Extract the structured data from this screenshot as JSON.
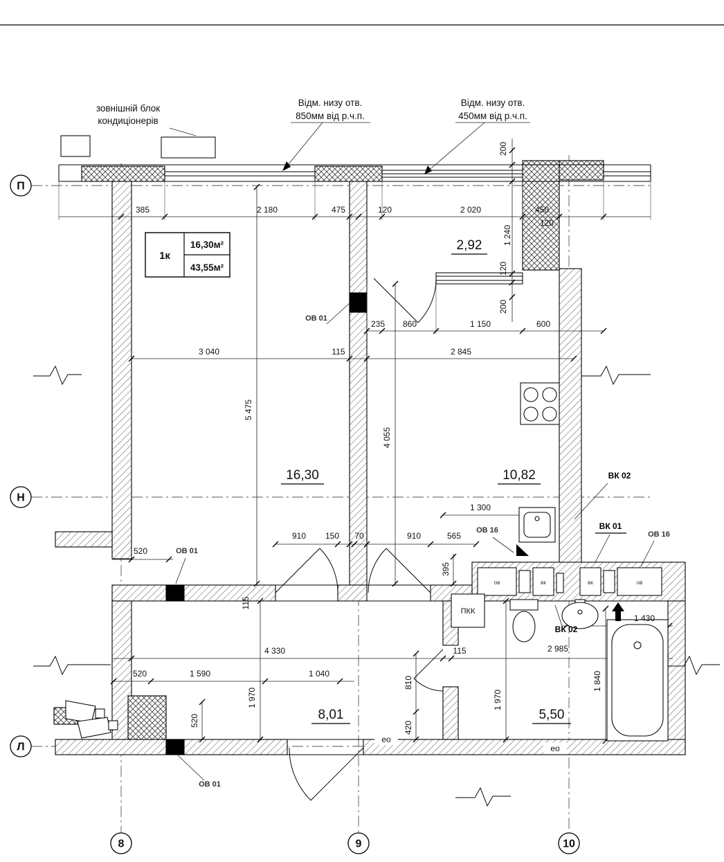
{
  "annotations": {
    "ac_block": {
      "line1": "зовнішній блок",
      "line2": "кондиціонерів"
    },
    "opening_850": {
      "line1": "Відм. низу отв.",
      "line2": "850мм від р.ч.п."
    },
    "opening_450": {
      "line1": "Відм. низу отв.",
      "line2": "450мм від р.ч.п."
    }
  },
  "apartment_card": {
    "type": "1к",
    "living_area": "16,30м²",
    "total_area": "43,55м²"
  },
  "room_areas": {
    "loggia": "2,92",
    "living_room": "16,30",
    "kitchen": "10,82",
    "hallway": "8,01",
    "bathroom": "5,50"
  },
  "axis_labels": {
    "row_p": "П",
    "row_n": "Н",
    "row_l": "Л",
    "col_8": "8",
    "col_9": "9",
    "col_10": "10"
  },
  "engineering_marks": {
    "ov01": "ОВ 01",
    "ov16": "ОВ 16",
    "vk01": "ВК 01",
    "vk02": "ВК 02",
    "pkk": "ПКК",
    "eo": "ео",
    "vent_ov": "ов",
    "vent_vk": "вк"
  },
  "dimensions": {
    "top_chain": [
      "385",
      "2 180",
      "475",
      "120",
      "2 020",
      "450"
    ],
    "top_right_120": "120",
    "right_chain": [
      "200",
      "1 240",
      "120",
      "200"
    ],
    "loggia_chain": [
      "235",
      "860",
      "1 150",
      "600"
    ],
    "mid_chain": [
      "3 040",
      "115",
      "2 845"
    ],
    "living_height": "5 475",
    "kitchen_height": "4 055",
    "door_chain": [
      "910",
      "150",
      "70",
      "910",
      "565"
    ],
    "kitchen_1300": "1 300",
    "niche_395": "395",
    "left_520": "520",
    "wall_115": "115",
    "hall_chain": [
      "4 330",
      "115"
    ],
    "bath_width": "2 985",
    "bath_1430": "1 430",
    "hall_810": "810",
    "hall_420": "420",
    "bottom_chain": [
      "520",
      "1 590",
      "1 040"
    ],
    "hall_height": "1 970",
    "wc_height": "1 970",
    "tub_length": "1 840",
    "block_520": "520"
  }
}
